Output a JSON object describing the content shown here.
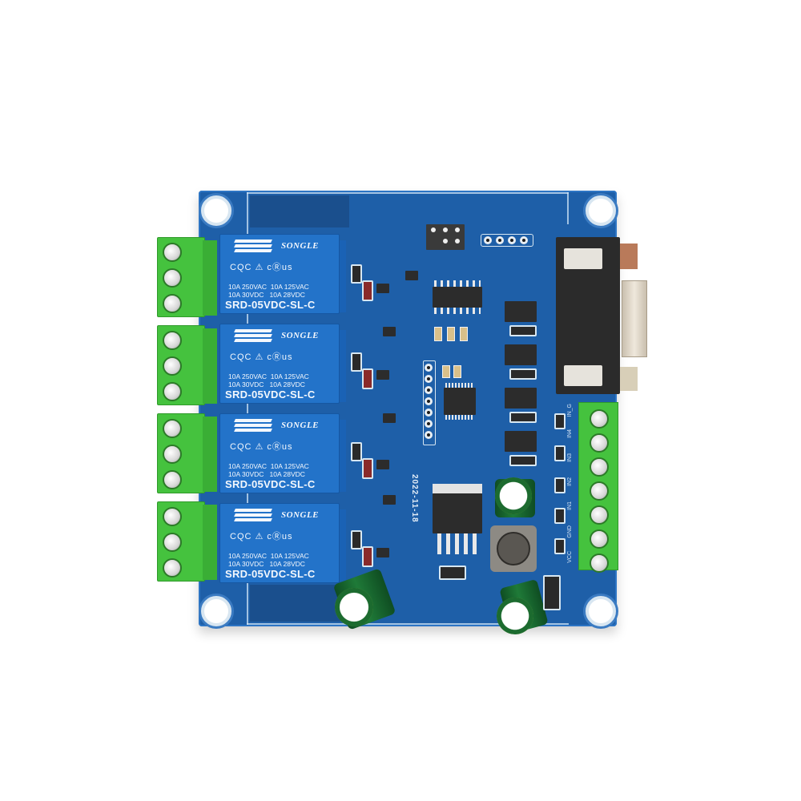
{
  "image": {
    "subject": "4-channel relay module PCB with RS232 DB9 connector",
    "background_color": "#ffffff"
  },
  "board": {
    "color": "#1e5fa8",
    "date_code": "2022-11-18",
    "mounting_holes": 4
  },
  "relays": [
    {
      "brand": "SONGLE",
      "marks": "CQC  ⚠  cⓇus",
      "rating": "10A 250VAC  10A 125VAC\n10A 30VDC   10A 28VDC",
      "model": "SRD-05VDC-SL-C"
    },
    {
      "brand": "SONGLE",
      "marks": "CQC  ⚠  cⓇus",
      "rating": "10A 250VAC  10A 125VAC\n10A 30VDC   10A 28VDC",
      "model": "SRD-05VDC-SL-C"
    },
    {
      "brand": "SONGLE",
      "marks": "CQC  ⚠  cⓇus",
      "rating": "10A 250VAC  10A 125VAC\n10A 30VDC   10A 28VDC",
      "model": "SRD-05VDC-SL-C"
    },
    {
      "brand": "SONGLE",
      "marks": "CQC  ⚠  cⓇus",
      "rating": "10A 250VAC  10A 125VAC\n10A 30VDC   10A 28VDC",
      "model": "SRD-05VDC-SL-C"
    }
  ],
  "relay_terminals": {
    "count": 4,
    "positions_each": 3,
    "color": "#45c23e"
  },
  "input_terminal": {
    "positions": 7,
    "labels": [
      "IN_G",
      "IN4",
      "IN3",
      "IN2",
      "IN1",
      "GND",
      "VCC"
    ],
    "color": "#45c23e"
  },
  "connectors": {
    "db9": "DB9 serial connector",
    "jumper_header": "2x3 pin header",
    "pin_header_4": "1x4 header",
    "pin_header_7": "1x7 header"
  },
  "components": {
    "optocouplers": 4,
    "electrolytic_capacitors": 3,
    "inductor": 1,
    "regulator": "TO-263 5-pin regulator",
    "ics": 2
  }
}
